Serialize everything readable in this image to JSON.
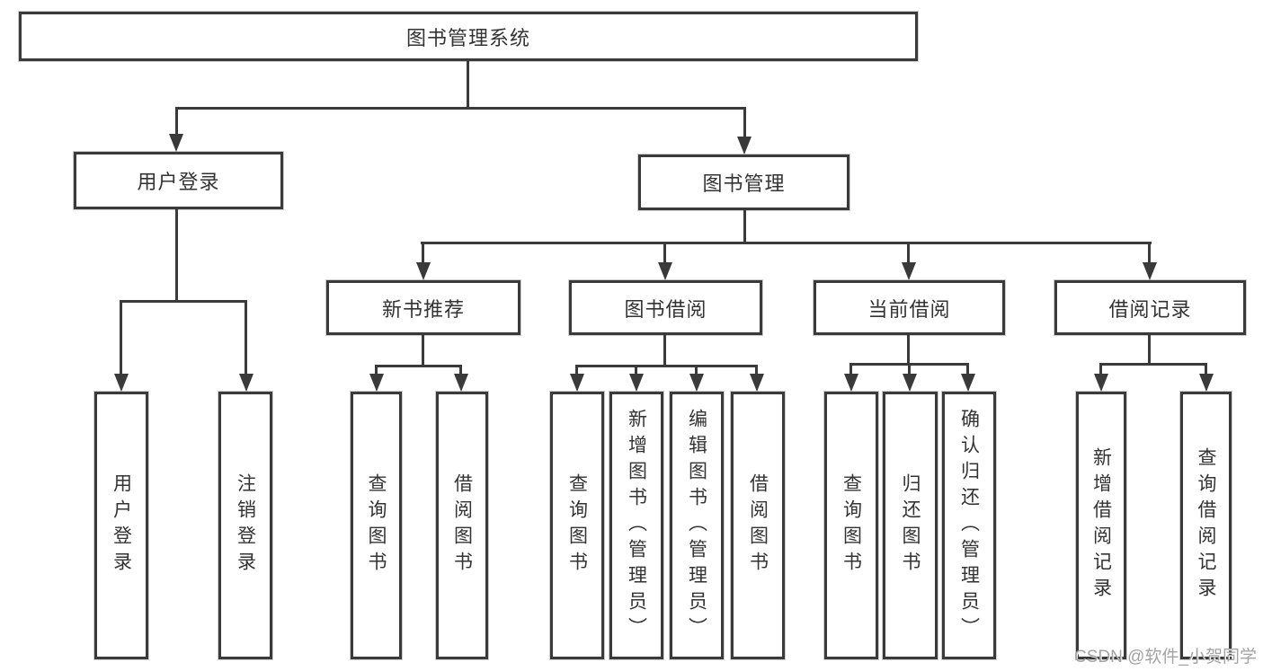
{
  "diagram": {
    "root": {
      "label": "图书管理系统",
      "children": [
        {
          "label": "用户登录",
          "children": [
            {
              "label": "用户登录"
            },
            {
              "label": "注销登录"
            }
          ]
        },
        {
          "label": "图书管理",
          "children": [
            {
              "label": "新书推荐",
              "children": [
                {
                  "label": "查询图书"
                },
                {
                  "label": "借阅图书"
                }
              ]
            },
            {
              "label": "图书借阅",
              "children": [
                {
                  "label": "查询图书"
                },
                {
                  "label": "新增图书（管理员）"
                },
                {
                  "label": "编辑图书（管理员）"
                },
                {
                  "label": "借阅图书"
                }
              ]
            },
            {
              "label": "当前借阅",
              "children": [
                {
                  "label": "查询图书"
                },
                {
                  "label": "归还图书"
                },
                {
                  "label": "确认归还（管理员）"
                }
              ]
            },
            {
              "label": "借阅记录",
              "children": [
                {
                  "label": "新增借阅记录"
                },
                {
                  "label": "查询借阅记录"
                }
              ]
            }
          ]
        }
      ]
    },
    "watermark": "CSDN @软件_小贺同学",
    "colors": {
      "line": "#3a3a3a",
      "text": "#333333",
      "watermark": "#a3a3a3",
      "background": "#ffffff"
    }
  }
}
